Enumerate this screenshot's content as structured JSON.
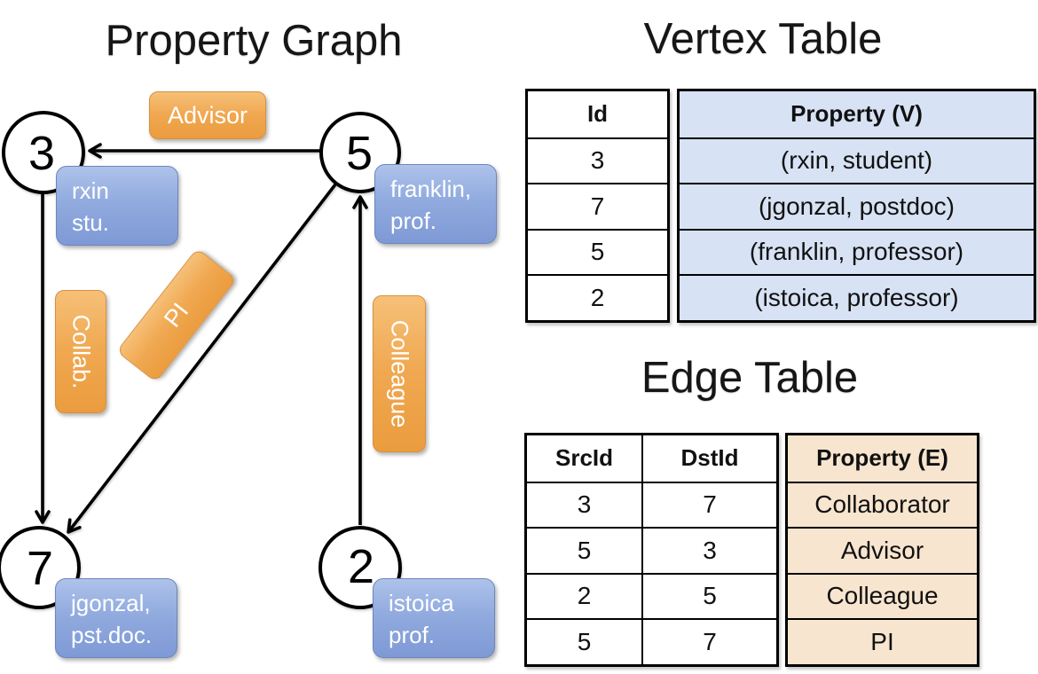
{
  "slide": {
    "graph_title": "Property Graph",
    "vertex_table_title": "Vertex Table",
    "edge_table_title": "Edge Table"
  },
  "graph": {
    "nodes": [
      {
        "id": "3",
        "property": [
          "rxin",
          "stu."
        ]
      },
      {
        "id": "5",
        "property": [
          "franklin,",
          "prof."
        ]
      },
      {
        "id": "7",
        "property": [
          "jgonzal,",
          "pst.doc."
        ]
      },
      {
        "id": "2",
        "property": [
          "istoica",
          "prof."
        ]
      }
    ],
    "edge_labels": {
      "advisor": "Advisor",
      "collab": "Collab.",
      "pi": "PI",
      "colleague": "Colleague"
    }
  },
  "vertex_table": {
    "headers": {
      "id": "Id",
      "property": "Property (V)"
    },
    "rows": [
      {
        "id": "3",
        "property": "(rxin, student)"
      },
      {
        "id": "7",
        "property": "(jgonzal, postdoc)"
      },
      {
        "id": "5",
        "property": "(franklin, professor)"
      },
      {
        "id": "2",
        "property": "(istoica, professor)"
      }
    ]
  },
  "edge_table": {
    "headers": {
      "src": "SrcId",
      "dst": "DstId",
      "property": "Property (E)"
    },
    "rows": [
      {
        "src": "3",
        "dst": "7",
        "property": "Collaborator"
      },
      {
        "src": "5",
        "dst": "3",
        "property": "Advisor"
      },
      {
        "src": "2",
        "dst": "5",
        "property": "Colleague"
      },
      {
        "src": "5",
        "dst": "7",
        "property": "PI"
      }
    ]
  },
  "colors": {
    "edge_label_orange": "#EFA64C",
    "vertex_box_blue": "#8FA9DC",
    "vertex_table_fill": "#D7E2F4",
    "edge_table_fill": "#F8E5CF",
    "line_black": "#000000"
  }
}
